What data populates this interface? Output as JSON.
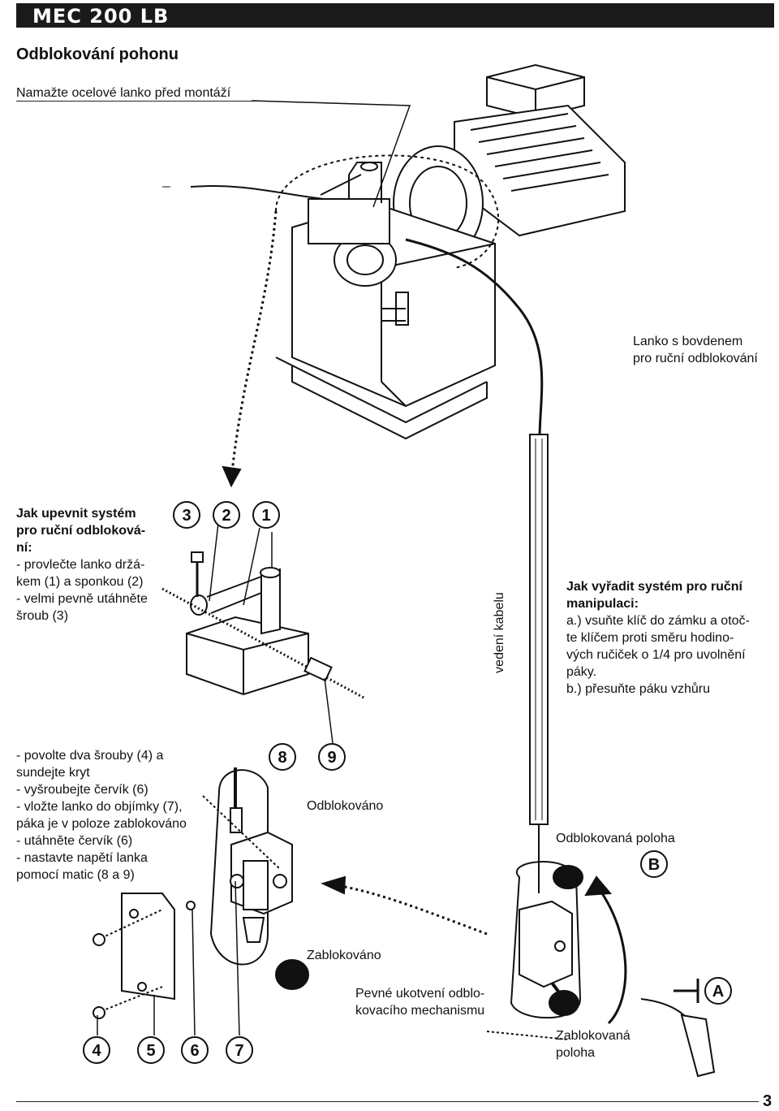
{
  "header": {
    "title": "MEC 200 LB"
  },
  "section_title": "Odblokování pohonu",
  "top_label": "Namažte ocelové lanko před montáží",
  "cable_label": [
    "Lanko s bovdenem",
    "pro ruční odblokování"
  ],
  "install": {
    "title": [
      "Jak upevnit systém",
      "pro ruční odbloková-",
      "ní:"
    ],
    "steps": [
      "- provlečte lanko držá-",
      "kem (1) a sponkou (2)",
      "- velmi pevně utáhněte",
      "šroub (3)"
    ]
  },
  "cable_guide_label": "vedení kabelu",
  "manual": {
    "title": [
      "Jak vyřadit systém pro ruční",
      "manipulaci:"
    ],
    "steps": [
      "a.) vsuňte klíč do zámku a otoč-",
      "te klíčem proti směru hodino-",
      "vých ručiček o 1/4 pro uvolnění",
      "páky.",
      "b.) přesuňte páku vzhůru"
    ]
  },
  "adjust": {
    "steps": [
      "- povolte dva šrouby (4) a",
      "sundejte kryt",
      "- vyšroubejte červík (6)",
      "- vložte lanko do objímky (7),",
      "páka je v poloze zablokováno",
      "- utáhněte červík (6)",
      "- nastavte napětí lanka",
      "pomocí matic (8 a 9)"
    ]
  },
  "state_unlocked": "Odblokováno",
  "state_locked": "Zablokováno",
  "unlocked_position": "Odblokovaná poloha",
  "fixed_anchor": [
    "Pevné ukotvení odblo-",
    "kovacího mechanismu"
  ],
  "locked_position": [
    "Zablokovaná",
    "poloha"
  ],
  "callouts": {
    "top": [
      "3",
      "2",
      "1"
    ],
    "mid": [
      "8",
      "9"
    ],
    "bottom": [
      "4",
      "5",
      "6",
      "7"
    ],
    "letters": [
      "B",
      "A"
    ]
  },
  "page_number": "3"
}
